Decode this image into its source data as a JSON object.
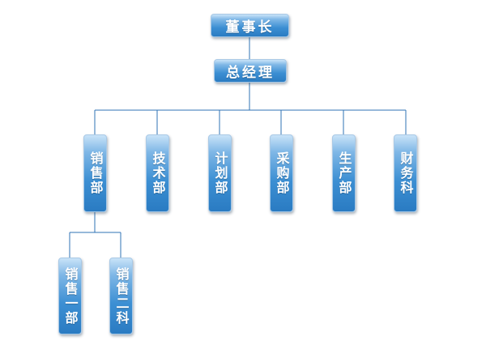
{
  "org_chart": {
    "chairman": "董事长",
    "general_manager": "总经理",
    "departments": [
      {
        "label": "销售部",
        "subunits": [
          "销售一部",
          "销售二科"
        ]
      },
      {
        "label": "技术部"
      },
      {
        "label": "计划部"
      },
      {
        "label": "采购部"
      },
      {
        "label": "生产部"
      },
      {
        "label": "财务科"
      }
    ]
  },
  "colors": {
    "node_fill": "#2a7bc2",
    "node_highlight": "#c9e3f8",
    "connector": "#2f73b5"
  }
}
